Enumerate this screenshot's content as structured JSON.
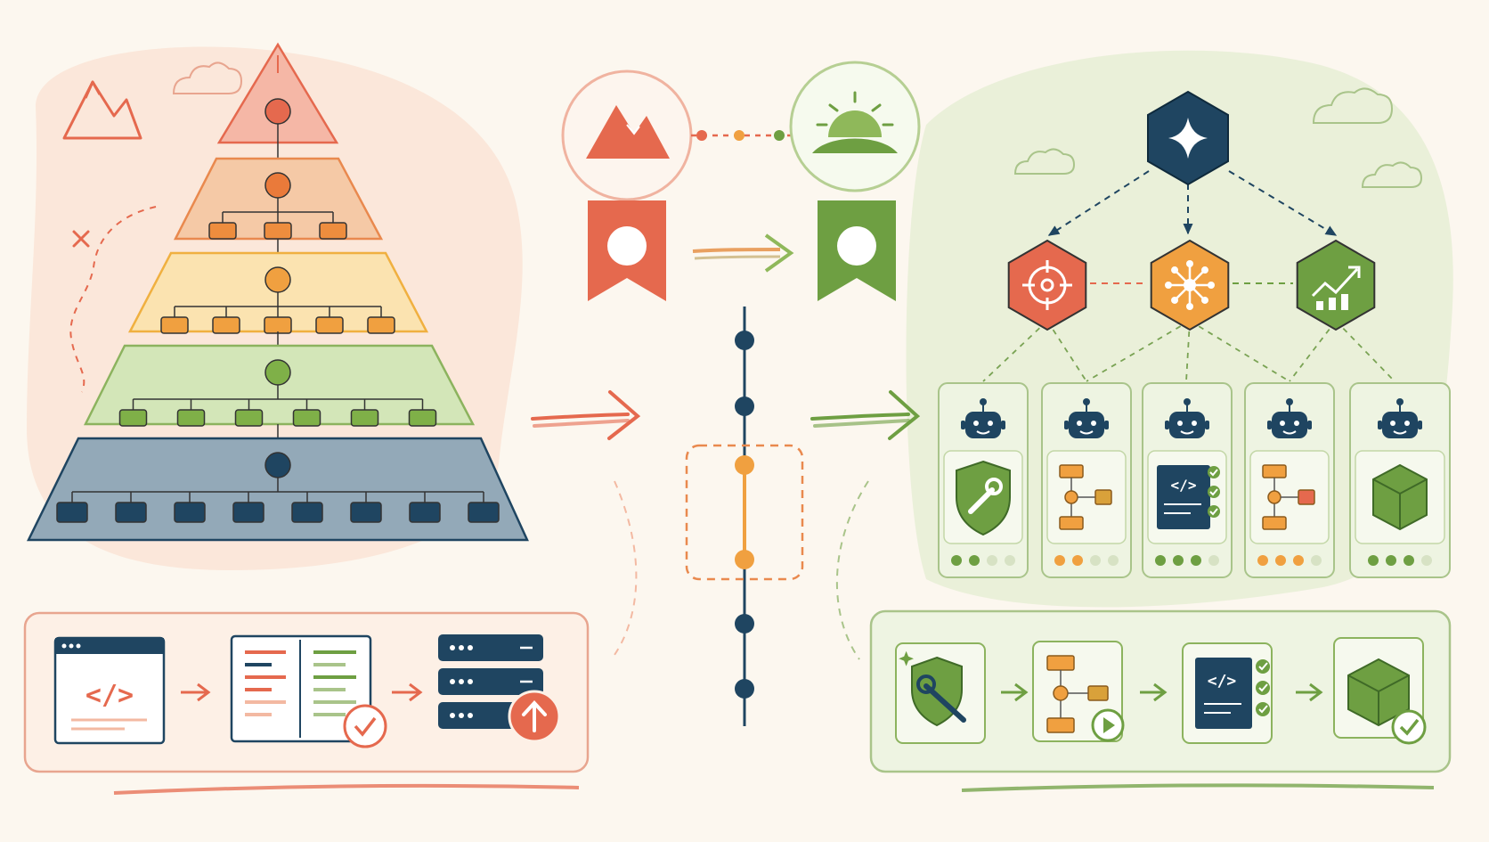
{
  "colors": {
    "background": "#fcf7ef",
    "red": "#e5694e",
    "orange": "#f0a040",
    "orange_tier": "#f5c9a6",
    "yellow_tier": "#fbe3b0",
    "green": "#6e9f42",
    "green_tier": "#d3e6b8",
    "navy": "#1f4561",
    "navy_tier": "#93a9b8",
    "cream": "#fdf3e6"
  },
  "left_panel": {
    "pyramid_tiers": [
      {
        "label": "apex",
        "color": "red",
        "child_boxes": 0
      },
      {
        "label": "tier-2",
        "color": "orange",
        "child_boxes": 3
      },
      {
        "label": "tier-3",
        "color": "yellow",
        "child_boxes": 5
      },
      {
        "label": "tier-4",
        "color": "green",
        "child_boxes": 6
      },
      {
        "label": "tier-5",
        "color": "navy",
        "child_boxes": 8
      }
    ],
    "pipeline": [
      {
        "icon": "code-window-icon"
      },
      {
        "icon": "code-review-icon"
      },
      {
        "icon": "server-upload-icon"
      }
    ],
    "code_glyph": "</>"
  },
  "middle_panel": {
    "top_icons": [
      "mountain-icon",
      "sunrise-icon"
    ],
    "badges": [
      "red-bookmark-icon",
      "green-bookmark-icon"
    ],
    "timeline_nodes": 6,
    "highlighted_nodes": 2
  },
  "right_panel": {
    "root_icon": "sparkle-icon",
    "tier2_icons": [
      "target-icon",
      "network-icon",
      "growth-chart-icon"
    ],
    "agent_cards": [
      {
        "robot": "robot-icon",
        "task_icon": "shield-wrench-icon",
        "dots": [
          "green",
          "green",
          "pale",
          "pale"
        ]
      },
      {
        "robot": "robot-icon",
        "task_icon": "flowchart-icon",
        "dots": [
          "orange",
          "orange",
          "pale",
          "pale"
        ]
      },
      {
        "robot": "robot-icon",
        "task_icon": "code-doc-check-icon",
        "dots": [
          "green",
          "green",
          "green",
          "pale"
        ]
      },
      {
        "robot": "robot-icon",
        "task_icon": "pipeline-icon",
        "dots": [
          "orange",
          "orange",
          "orange",
          "pale"
        ]
      },
      {
        "robot": "robot-icon",
        "task_icon": "package-icon",
        "dots": [
          "green",
          "green",
          "green",
          "pale"
        ]
      }
    ],
    "pipeline": [
      {
        "icon": "shield-wrench-icon"
      },
      {
        "icon": "flowchart-play-icon"
      },
      {
        "icon": "code-doc-check-icon"
      },
      {
        "icon": "package-check-icon"
      }
    ],
    "code_glyph": "</>"
  }
}
